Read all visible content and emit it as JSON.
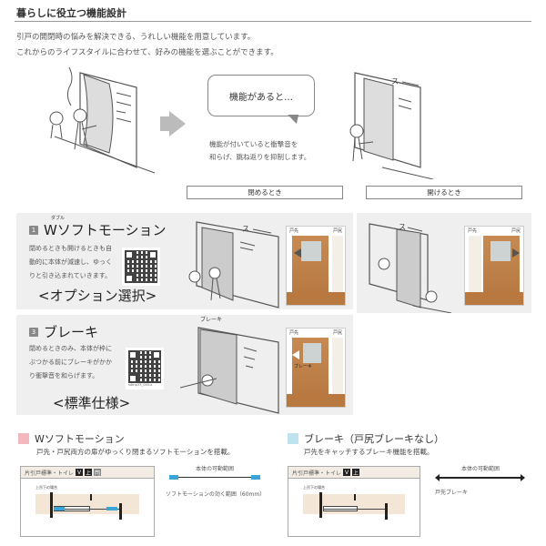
{
  "header": {
    "title": "暮らしに役立つ機能設計",
    "intro_lines": [
      "引戸の開閉時の悩みを解決できる、うれしい機能を用意しています。",
      "これからのライフスタイルに合わせて、好みの機能を選ぶことができます。"
    ]
  },
  "hero": {
    "bubble_text": "機能があると…",
    "caption_lines": [
      "機能が付いていると衝撃音を",
      "和らげ、跳ね返りを抑制します。"
    ],
    "illustration_before": "door-slam-sketch",
    "illustration_after": "door-soft-close-sketch"
  },
  "column_labels": {
    "close": "閉めるとき",
    "open": "開けるとき"
  },
  "features": [
    {
      "number": "1",
      "ruby": "ダブル",
      "title": "Wソフトモーション",
      "description_lines": [
        "閉めるときも開けるときも自",
        "動的に本体が減速し、ゆっく",
        "りと引き込まれていきます。"
      ],
      "tag": "<オプション選択>",
      "qr_caption": "",
      "photo_labels": {
        "left": "戸先",
        "right": "戸尻"
      }
    },
    {
      "number": "3",
      "ruby": "",
      "title": "ブレーキ",
      "description_lines": [
        "閉めるときのみ、本体が枠に",
        "ぶつかる前にブレーキがかか",
        "り衝撃音を和らげます。"
      ],
      "tag": "<標準仕様>",
      "qr_caption": "sdtrip33_045-a",
      "sketch_label": "ブレーキ",
      "photo_labels": {
        "left": "戸先",
        "right": "戸尻",
        "center": "ブレーキ"
      }
    }
  ],
  "bottom_sections": [
    {
      "swatch_color": "#f2b8bd",
      "title": "Wソフトモーション",
      "description": "戸先・戸尻両方の扉がゆっくり閉まるソフトモーションを搭載。",
      "diagram_header": "片引戸標準・トイレ",
      "diagram_badges": [
        "V",
        "上",
        "閂"
      ],
      "diagram_note": "上吊下の場合",
      "range_title": "本体の可動範囲",
      "range_caption": "ソフトモーションの効く範囲（60mm）",
      "accent": "#3aa6d8"
    },
    {
      "swatch_color": "#bfe3ee",
      "title": "ブレーキ（戸尻ブレーキなし）",
      "description": "戸先をキャッチするブレーキ機能を搭載。",
      "diagram_header": "片引戸標準・トイレ",
      "diagram_badges": [
        "V",
        "上"
      ],
      "diagram_note": "上吊下の場合",
      "range_title": "本体の可動範囲",
      "range_caption": "戸先ブレーキ",
      "accent": "#222222"
    }
  ]
}
